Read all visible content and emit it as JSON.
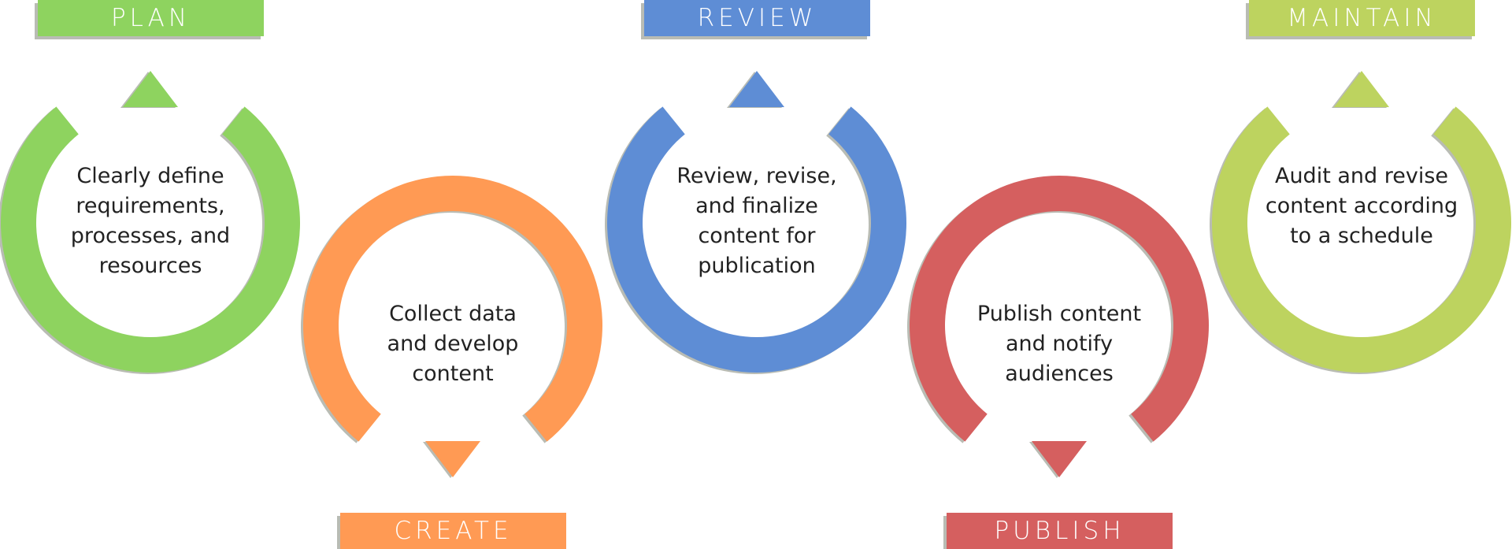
{
  "title": "Content lifecycle",
  "stages": [
    {
      "id": "plan",
      "label": "PLAN",
      "description": "Clearly define requirements, processes, and resources",
      "lines": [
        "Clearly define",
        "requirements,",
        "processes, and",
        "resources"
      ],
      "color": "#8ed35f",
      "direction": "up"
    },
    {
      "id": "create",
      "label": "CREATE",
      "description": "Collect data and develop content",
      "lines": [
        "Collect data",
        "and develop",
        "content"
      ],
      "color": "#ff9a54",
      "direction": "down"
    },
    {
      "id": "review",
      "label": "REVIEW",
      "description": "Review, revise, and finalize content for publication",
      "lines": [
        "Review, revise,",
        "and finalize",
        "content for",
        "publication"
      ],
      "color": "#5e8dd5",
      "direction": "up"
    },
    {
      "id": "publish",
      "label": "PUBLISH",
      "description": "Publish content and notify audiences",
      "lines": [
        "Publish content",
        "and notify",
        "audiences"
      ],
      "color": "#d55f5f",
      "direction": "down"
    },
    {
      "id": "maintain",
      "label": "MAINTAIN",
      "description": "Audit and revise content according to a schedule",
      "lines": [
        "Audit and revise",
        "content according",
        "to a schedule"
      ],
      "color": "#bdd35f",
      "direction": "up"
    }
  ],
  "colors": {
    "shadow": "#b9bcb4",
    "text": "#222222",
    "label_text": "#ffffff"
  }
}
